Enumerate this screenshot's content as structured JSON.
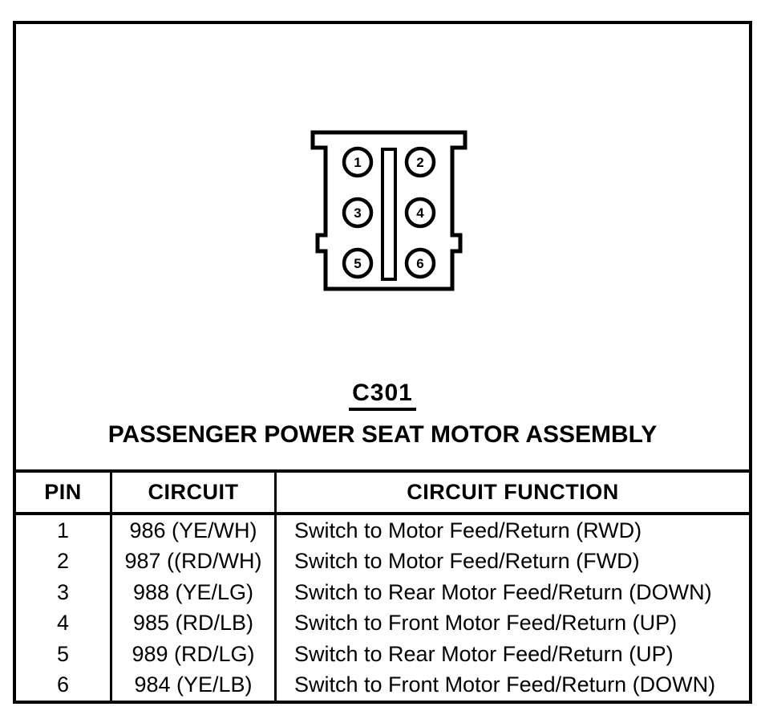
{
  "colors": {
    "ink": "#000000",
    "paper": "#ffffff"
  },
  "connector": {
    "id": "C301",
    "name": "PASSENGER POWER SEAT MOTOR ASSEMBLY",
    "pins": [
      "1",
      "2",
      "3",
      "4",
      "5",
      "6"
    ]
  },
  "table": {
    "headers": {
      "pin": "PIN",
      "circuit": "CIRCUIT",
      "function": "CIRCUIT FUNCTION"
    },
    "rows": [
      {
        "pin": "1",
        "circuit": "986 (YE/WH)",
        "function": "Switch to Motor Feed/Return (RWD)"
      },
      {
        "pin": "2",
        "circuit": "987 ((RD/WH)",
        "function": "Switch to Motor Feed/Return (FWD)"
      },
      {
        "pin": "3",
        "circuit": "988 (YE/LG)",
        "function": "Switch to Rear Motor Feed/Return (DOWN)"
      },
      {
        "pin": "4",
        "circuit": "985 (RD/LB)",
        "function": "Switch to Front Motor Feed/Return (UP)"
      },
      {
        "pin": "5",
        "circuit": "989 (RD/LG)",
        "function": "Switch to Rear Motor Feed/Return (UP)"
      },
      {
        "pin": "6",
        "circuit": "984 (YE/LB)",
        "function": "Switch to Front Motor Feed/Return (DOWN)"
      }
    ]
  }
}
